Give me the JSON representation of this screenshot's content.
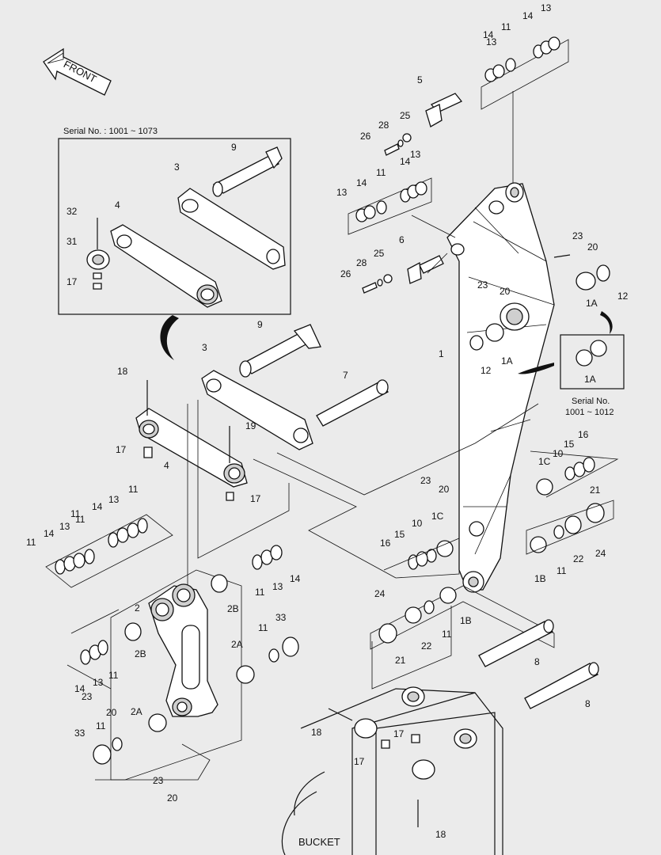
{
  "front_label": "FRONT",
  "inset_left_caption": "Serial No. : 1001 ~ 1073",
  "inset_right_caption_line1": "Serial No.",
  "inset_right_caption_line2": "1001 ~ 1012",
  "bucket_label": "BUCKET",
  "callouts": [
    "13",
    "14",
    "11",
    "13",
    "14",
    "5",
    "25",
    "28",
    "26",
    "13",
    "14",
    "11",
    "14",
    "13",
    "9",
    "3",
    "32",
    "4",
    "31",
    "17",
    "6",
    "25",
    "28",
    "26",
    "23",
    "20",
    "12",
    "1A",
    "23",
    "20",
    "12",
    "1",
    "1A",
    "1A",
    "9",
    "3",
    "7",
    "18",
    "19",
    "17",
    "4",
    "17",
    "15",
    "16",
    "10",
    "1C",
    "21",
    "23",
    "20",
    "1C",
    "10",
    "15",
    "16",
    "1B",
    "11",
    "22",
    "24",
    "11",
    "14",
    "13",
    "11",
    "11",
    "14",
    "13",
    "11",
    "11",
    "13",
    "14",
    "2",
    "2B",
    "2B",
    "2A",
    "33",
    "11",
    "14",
    "13",
    "11",
    "23",
    "20",
    "2A",
    "33",
    "11",
    "24",
    "22",
    "11",
    "1B",
    "21",
    "8",
    "8",
    "18",
    "17",
    "17",
    "18",
    "23",
    "20"
  ]
}
